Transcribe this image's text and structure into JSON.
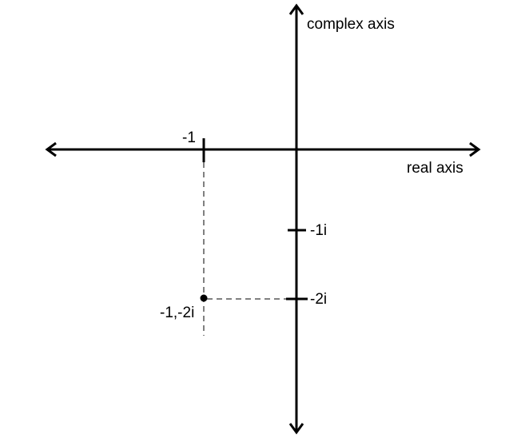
{
  "diagram": {
    "axes": {
      "vertical_label": "complex axis",
      "horizontal_label": "real axis"
    },
    "ticks": {
      "real": [
        {
          "value": -1,
          "label": "-1"
        }
      ],
      "imaginary": [
        {
          "value": -1,
          "label": "-1i"
        },
        {
          "value": -2,
          "label": "-2i"
        }
      ]
    },
    "point": {
      "re": -1,
      "im": -2,
      "label": "-1,-2i"
    },
    "colors": {
      "ink": "#000000",
      "background": "#ffffff"
    }
  }
}
